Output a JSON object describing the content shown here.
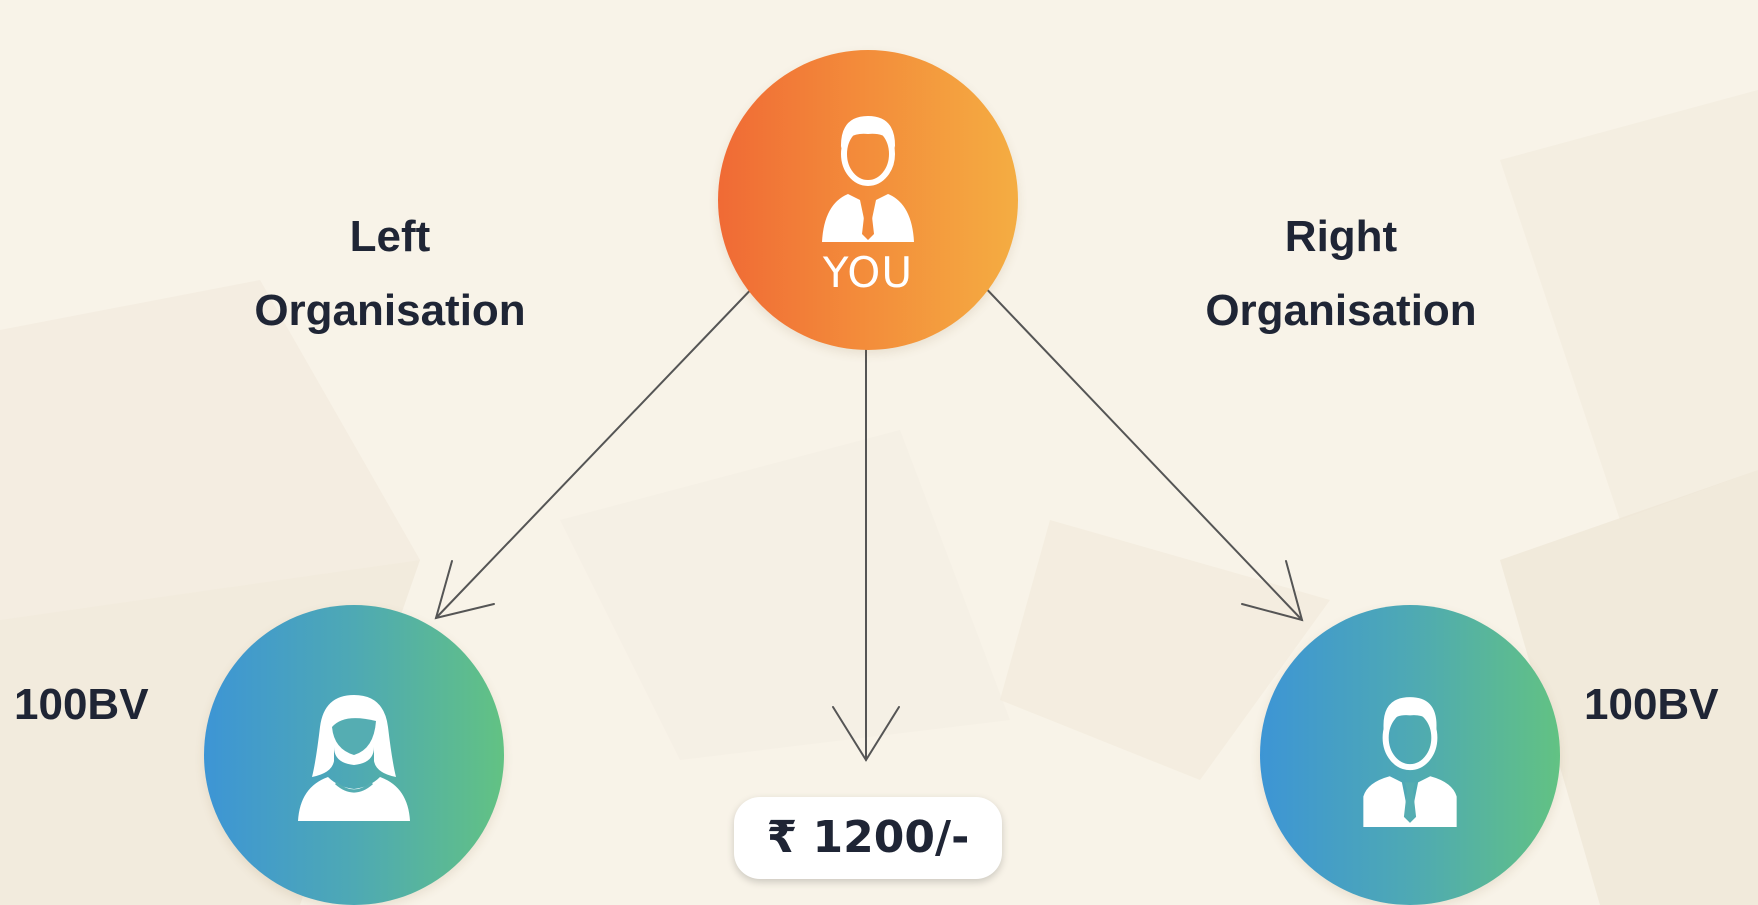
{
  "center_node": {
    "label": "YOU",
    "icon": "male-user-icon"
  },
  "left_branch": {
    "label_line1": "Left",
    "label_line2": "Organisation",
    "icon": "female-user-icon",
    "volume": "100BV"
  },
  "right_branch": {
    "label_line1": "Right",
    "label_line2": "Organisation",
    "icon": "male-user-icon",
    "volume": "100BV"
  },
  "earning": {
    "amount": "₹ 1200/-"
  },
  "colors": {
    "background": "#f8f3e8",
    "center_gradient": [
      "#f06a35",
      "#f4ad42"
    ],
    "branch_gradient": [
      "#3d95d5",
      "#62c283"
    ],
    "text": "#1f2535",
    "arrow": "#555555"
  }
}
